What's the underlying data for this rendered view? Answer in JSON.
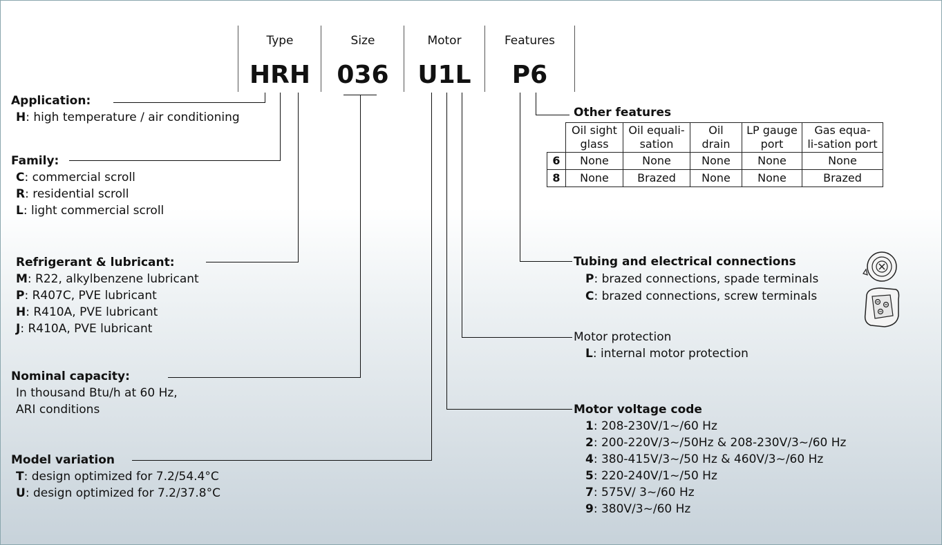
{
  "header": {
    "type_label": "Type",
    "size_label": "Size",
    "motor_label": "Motor",
    "features_label": "Features",
    "type_code": "HRH",
    "size_code": "036",
    "motor_code": "U1L",
    "features_code": "P6"
  },
  "application": {
    "title": "Application",
    "items": [
      {
        "key": "H",
        "text": ": high temperature / air conditioning"
      }
    ]
  },
  "family": {
    "title": "Family",
    "items": [
      {
        "key": "C",
        "text": ": commercial scroll"
      },
      {
        "key": "R",
        "text": ": residential scroll"
      },
      {
        "key": "L",
        "text": ": light commercial scroll"
      }
    ]
  },
  "refrigerant": {
    "title": "Refrigerant & lubricant",
    "items": [
      {
        "key": "M",
        "text": ": R22,  alkylbenzene lubricant"
      },
      {
        "key": "P",
        "text": ": R407C, PVE lubricant"
      },
      {
        "key": "H",
        "text": ": R410A, PVE lubricant"
      },
      {
        "key": "J",
        "text": ": R410A, PVE lubricant"
      }
    ]
  },
  "capacity": {
    "title": "Nominal capacity",
    "line1": "In thousand Btu/h at 60 Hz,",
    "line2": "ARI conditions"
  },
  "variation": {
    "title": "Model variation",
    "items": [
      {
        "key": "T",
        "text": ": design optimized for 7.2/54.4°C"
      },
      {
        "key": "U",
        "text": ": design optimized for 7.2/37.8°C"
      }
    ]
  },
  "other_features": {
    "title": "Other features",
    "columns": [
      "Oil sight glass",
      "Oil equali-sation",
      "Oil drain",
      "LP gauge port",
      "Gas equa-li-sation port"
    ],
    "column_lines": [
      [
        "Oil sight",
        "glass"
      ],
      [
        "Oil equali-",
        "sation"
      ],
      [
        "Oil",
        "drain"
      ],
      [
        "LP gauge",
        "port"
      ],
      [
        "Gas equa-",
        "li-sation port"
      ]
    ],
    "rows": [
      {
        "key": "6",
        "values": [
          "None",
          "None",
          "None",
          "None",
          "None"
        ]
      },
      {
        "key": "8",
        "values": [
          "None",
          "Brazed",
          "None",
          "None",
          "Brazed"
        ]
      }
    ]
  },
  "tubing": {
    "title": "Tubing and electrical connections",
    "items": [
      {
        "key": "P",
        "text": ": brazed connections, spade terminals"
      },
      {
        "key": "C",
        "text": ": brazed connections, screw terminals"
      }
    ],
    "icons": [
      "spade-terminal-icon",
      "screw-terminal-icon"
    ]
  },
  "motor_protection": {
    "title": "Motor protection",
    "items": [
      {
        "key": "L",
        "text": ": internal motor protection"
      }
    ]
  },
  "voltage": {
    "title": "Motor voltage code",
    "items": [
      {
        "key": "1",
        "text": ": 208-230V/1~/60 Hz"
      },
      {
        "key": "2",
        "text": ": 200-220V/3~/50Hz & 208-230V/3~/60 Hz"
      },
      {
        "key": "4",
        "text": ": 380-415V/3~/50 Hz & 460V/3~/60 Hz"
      },
      {
        "key": "5",
        "text": ": 220-240V/1~/50 Hz"
      },
      {
        "key": "7",
        "text": ": 575V/ 3~/60 Hz"
      },
      {
        "key": "9",
        "text": ": 380V/3~/60 Hz"
      }
    ]
  }
}
